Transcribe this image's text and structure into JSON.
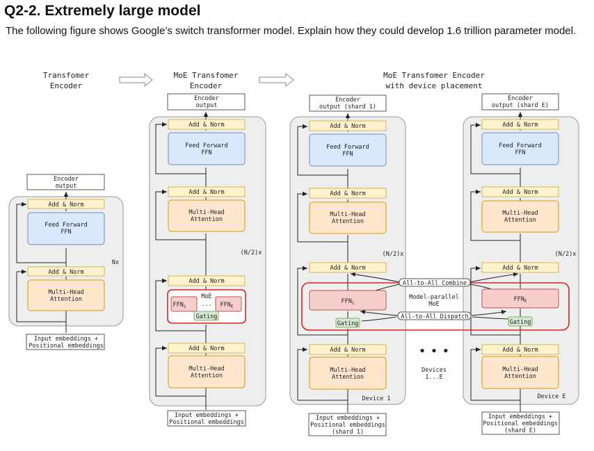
{
  "heading": "Q2-2. Extremely large model",
  "question": "The following figure shows Google’s switch transformer model. Explain how they could develop 1.6 trillion parameter model.",
  "panels": {
    "transformer": {
      "title1": "Transfomer",
      "title2": "Encoder",
      "repeat": "Nx"
    },
    "moe": {
      "title1": "MoE Transfomer",
      "title2": "Encoder",
      "repeat": "(N/2)x"
    },
    "device": {
      "title1": "MoE Transfomer Encoder",
      "title2": "with device placement",
      "repeat": "(N/2)x"
    }
  },
  "labels": {
    "encoder_output_1": "Encoder",
    "encoder_output_2": "output",
    "shard1_output_1": "Encoder",
    "shard1_output_2": "output (shard 1)",
    "shardE_output_1": "Encoder",
    "shardE_output_2": "output (shard E)",
    "add_norm": "Add & Norm",
    "ffn_1": "Feed Forward",
    "ffn_2": "FFN",
    "mha_1": "Multi-Head",
    "mha_2": "Attention",
    "input_1": "Input embeddings +",
    "input_2": "Positional embeddings",
    "input_shard1_3": "(shard 1)",
    "input_shardE_3": "(shard E)",
    "moe": "MoE",
    "ffn1": "FFN",
    "ffnE": "FFN",
    "sub1": "1",
    "subE": "E",
    "dots": "...",
    "gating": "Gating",
    "mp_1": "Model-parallel",
    "mp_2": "MoE",
    "combine": "All-to-All Combine",
    "dispatch": "All-to-All Dispatch",
    "devices_1": "Devices",
    "devices_2": "1...E",
    "device1": "Device 1",
    "deviceE": "Device E",
    "big_dots": "•  •  •"
  },
  "colors": {
    "add_norm_fill": "#fff2cc",
    "add_norm_stroke": "#d6b656",
    "ffn_fill": "#dae8fc",
    "ffn_stroke": "#6c8ebf",
    "mha_fill": "#ffe6cc",
    "mha_stroke": "#d79b00",
    "expert_fill": "#f8cecc",
    "expert_stroke": "#b85450",
    "gating_fill": "#d5e8d4",
    "gating_stroke": "#82b366",
    "panel_fill": "#eeeeee",
    "panel_stroke": "#999999",
    "moe_border": "#e02020"
  }
}
